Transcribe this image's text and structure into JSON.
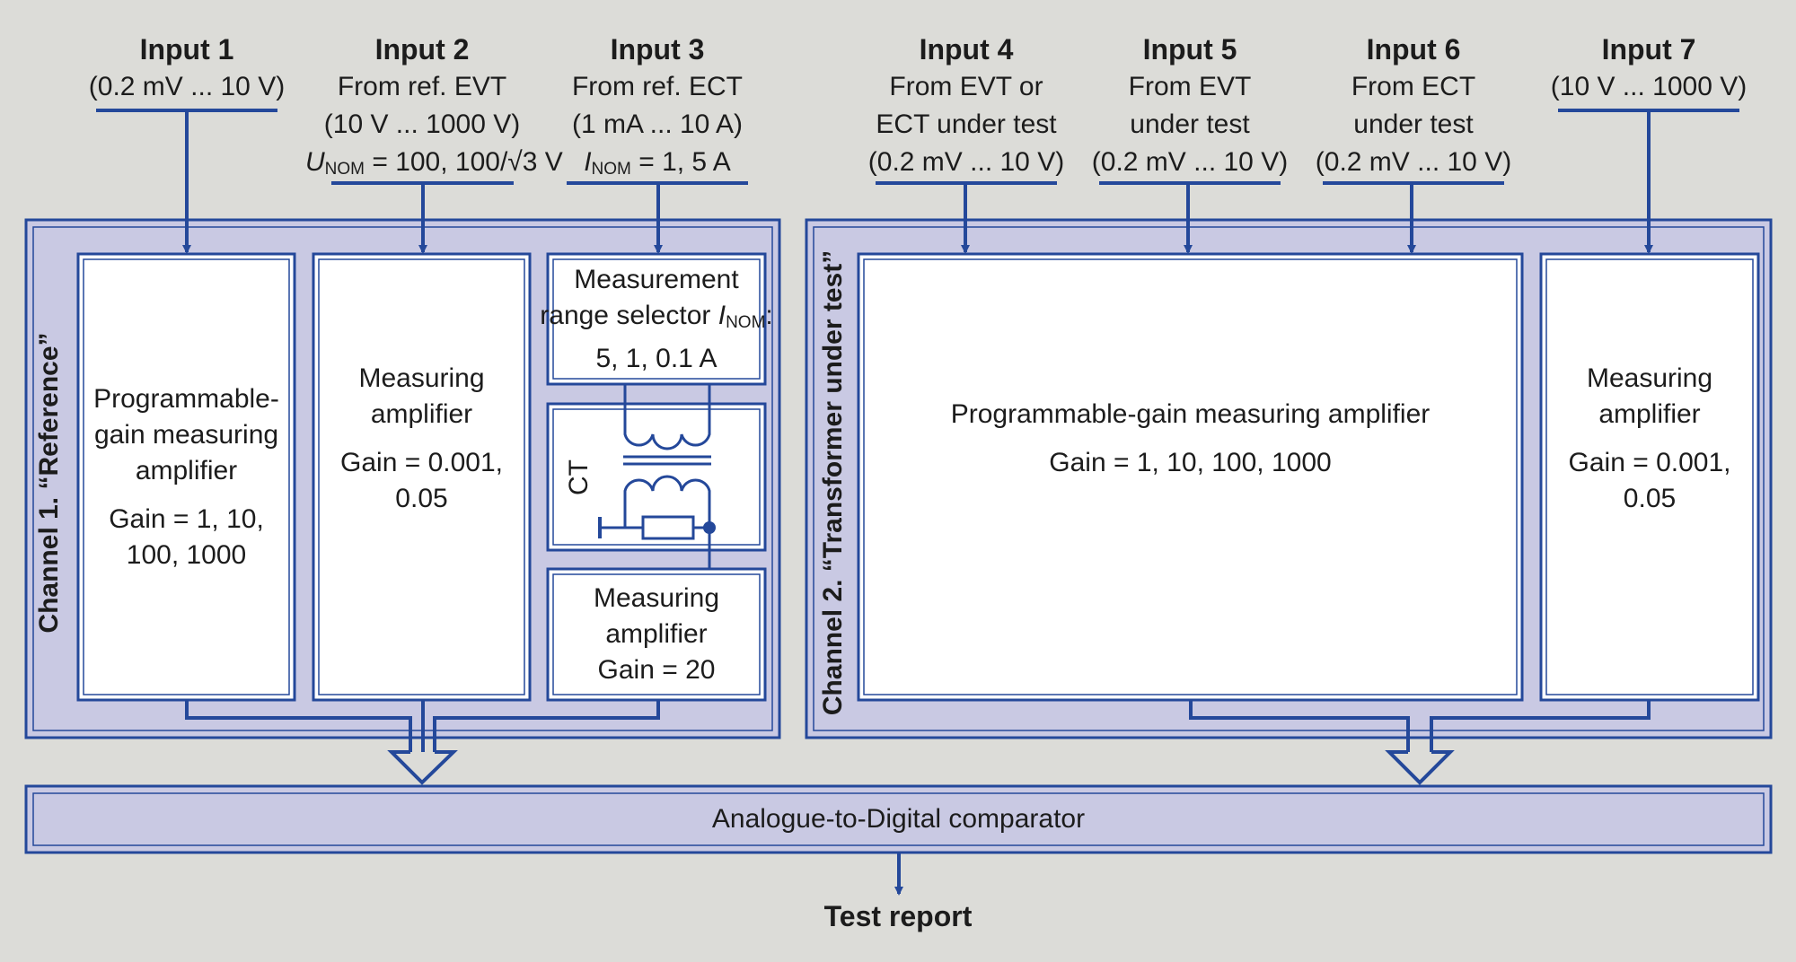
{
  "inputs": [
    {
      "title": "Input 1",
      "lines": [
        "(0.2 mV ... 10 V)"
      ]
    },
    {
      "title": "Input 2",
      "lines": [
        "From ref. EVT",
        "(10 V ... 1000 V)"
      ],
      "nominal": {
        "symbol": "U",
        "sub": "NOM",
        "value": " = 100, 100/√3 V"
      }
    },
    {
      "title": "Input 3",
      "lines": [
        "From ref. ECT",
        "(1 mA ... 10 A)"
      ],
      "nominal": {
        "symbol": "I",
        "sub": "NOM",
        "value": " = 1, 5 A"
      }
    },
    {
      "title": "Input 4",
      "lines": [
        "From EVT or",
        "ECT under test",
        "(0.2 mV ... 10 V)"
      ]
    },
    {
      "title": "Input 5",
      "lines": [
        "From EVT",
        "under test",
        "(0.2 mV ... 10 V)"
      ]
    },
    {
      "title": "Input 6",
      "lines": [
        "From ECT",
        "under test",
        "(0.2 mV ... 10 V)"
      ]
    },
    {
      "title": "Input 7",
      "lines": [
        "(10 V ... 1000 V)"
      ]
    }
  ],
  "channel1": {
    "label": "Channel 1. “Reference”",
    "pga": {
      "lines": [
        "Programmable-",
        "gain measuring",
        "amplifier"
      ],
      "gain": [
        "Gain = 1, 10,",
        "100, 1000"
      ]
    },
    "amp": {
      "lines": [
        "Measuring",
        "amplifier"
      ],
      "gain": [
        "Gain = 0.001,",
        "0.05"
      ]
    },
    "range_selector": {
      "line1": "Measurement",
      "line2_pre": "range selector ",
      "symbol": "I",
      "sub": "NOM",
      "line2_post": ":",
      "line3": "5, 1, 0.1 A"
    },
    "ct_label": "CT",
    "amp20": {
      "lines": [
        "Measuring",
        "amplifier",
        "Gain = 20"
      ]
    }
  },
  "channel2": {
    "label": "Channel 2. “Transformer under test”",
    "pga": {
      "lines": [
        "Programmable-gain measuring amplifier"
      ],
      "gain": [
        "Gain = 1, 10, 100, 1000"
      ]
    },
    "amp": {
      "lines": [
        "Measuring",
        "amplifier"
      ],
      "gain": [
        "Gain = 0.001,",
        "0.05"
      ]
    }
  },
  "comparator": "Analogue-to-Digital comparator",
  "output": "Test report",
  "colors": {
    "background": "#dcdcd8",
    "panel_fill": "#c9c9e3",
    "line": "#24489a",
    "box_fill": "#ffffff",
    "text": "#1c1c1c"
  }
}
